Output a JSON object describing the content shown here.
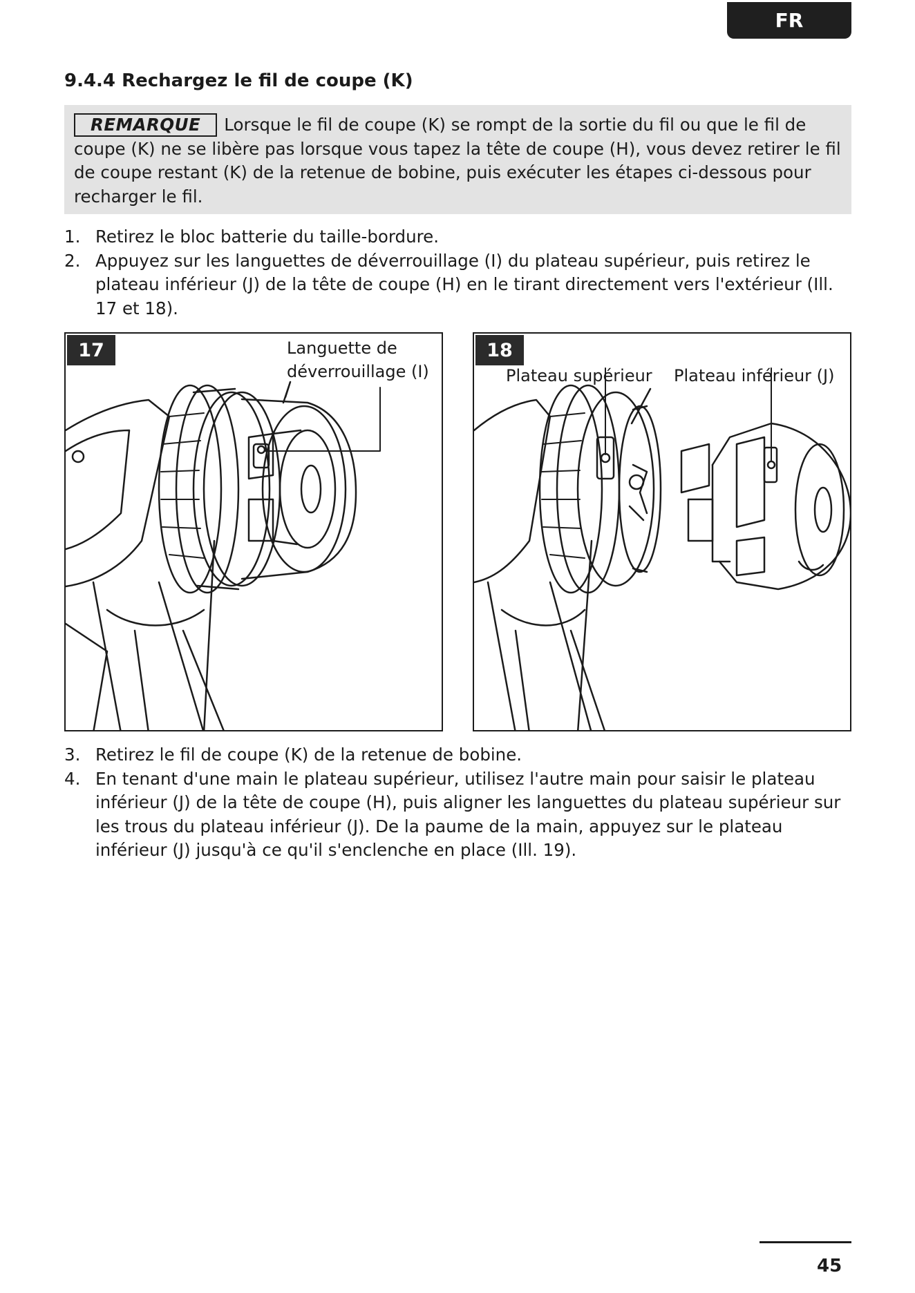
{
  "header": {
    "language_tab": "FR"
  },
  "section": {
    "title": "9.4.4 Rechargez le fil de coupe (K)"
  },
  "note": {
    "label": "REMARQUE",
    "text": "Lorsque le fil de coupe (K) se rompt de la sortie du fil ou que le fil de coupe (K) ne se libère pas lorsque vous tapez la tête de coupe (H), vous devez retirer le fil de coupe restant (K) de la retenue de bobine, puis exécuter les étapes ci-dessous pour recharger le fil."
  },
  "steps_before": [
    {
      "number": "1.",
      "text": "Retirez le bloc batterie du taille-bordure."
    },
    {
      "number": "2.",
      "text": "Appuyez sur les languettes de déverrouillage (I) du plateau supérieur, puis retirez le plateau inférieur (J) de la tête de coupe (H) en le tirant directement vers l'extérieur (Ill. 17 et 18)."
    }
  ],
  "figures": [
    {
      "number": "17",
      "callouts": [
        "Languette de\ndéverrouillage (I)"
      ]
    },
    {
      "number": "18",
      "callouts": [
        "Plateau supérieur",
        "Plateau inférieur (J)"
      ]
    }
  ],
  "steps_after": [
    {
      "number": "3.",
      "text": "Retirez le fil de coupe (K) de la retenue de bobine."
    },
    {
      "number": "4.",
      "text": "En tenant d'une main le plateau supérieur, utilisez l'autre main pour saisir le plateau inférieur (J) de la tête de coupe (H), puis aligner les languettes du plateau supérieur sur les trous du plateau inférieur (J). De la paume de la main, appuyez sur le plateau inférieur (J) jusqu'à ce qu'il s'enclenche en place (Ill. 19)."
    }
  ],
  "footer": {
    "page_number": "45"
  }
}
